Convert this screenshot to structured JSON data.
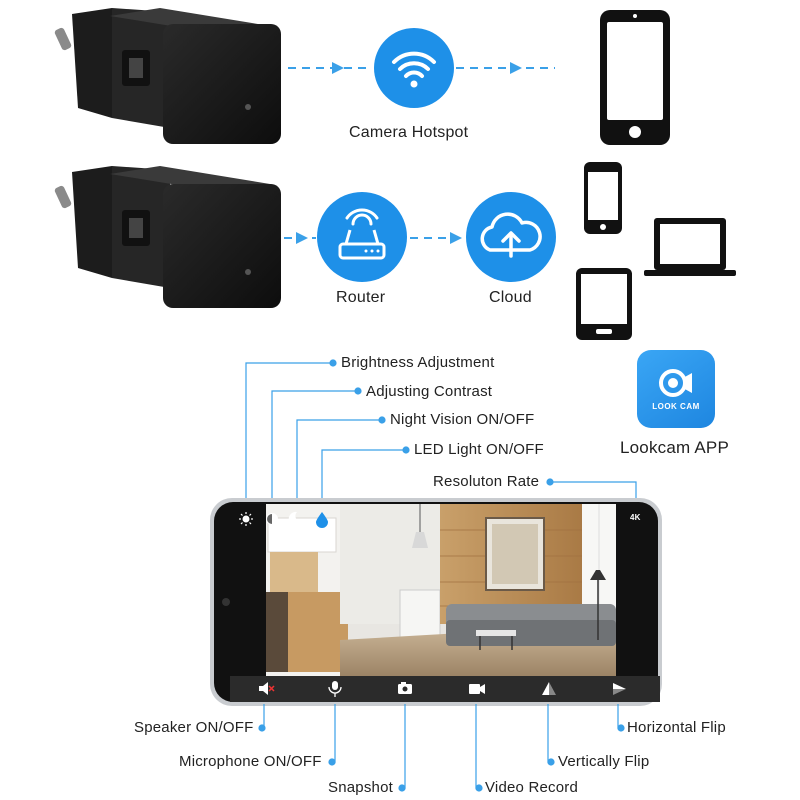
{
  "flow_top": {
    "hotspot_label": "Camera Hotspot",
    "icon": "wifi-icon"
  },
  "flow_bottom": {
    "router_label": "Router",
    "cloud_label": "Cloud",
    "icons": [
      "router-icon",
      "cloud-upload-icon"
    ]
  },
  "app": {
    "icon_text": "LOOK CAM",
    "label": "Lookcam APP"
  },
  "controls_top": {
    "brightness": "Brightness Adjustment",
    "contrast": "Adjusting Contrast",
    "night_vision": "Night Vision ON/OFF",
    "led_light": "LED Light ON/OFF",
    "resolution": "Resoluton Rate",
    "resolution_badge": "4K"
  },
  "controls_bottom": {
    "speaker": "Speaker ON/OFF",
    "microphone": "Microphone ON/OFF",
    "snapshot": "Snapshot",
    "video_record": "Video Record",
    "vertical_flip": "Vertically Flip",
    "horizontal_flip": "Horizontal Flip"
  },
  "colors": {
    "accent": "#1e90e8",
    "device": "#1a1a1a",
    "line": "#3aa0e8"
  }
}
